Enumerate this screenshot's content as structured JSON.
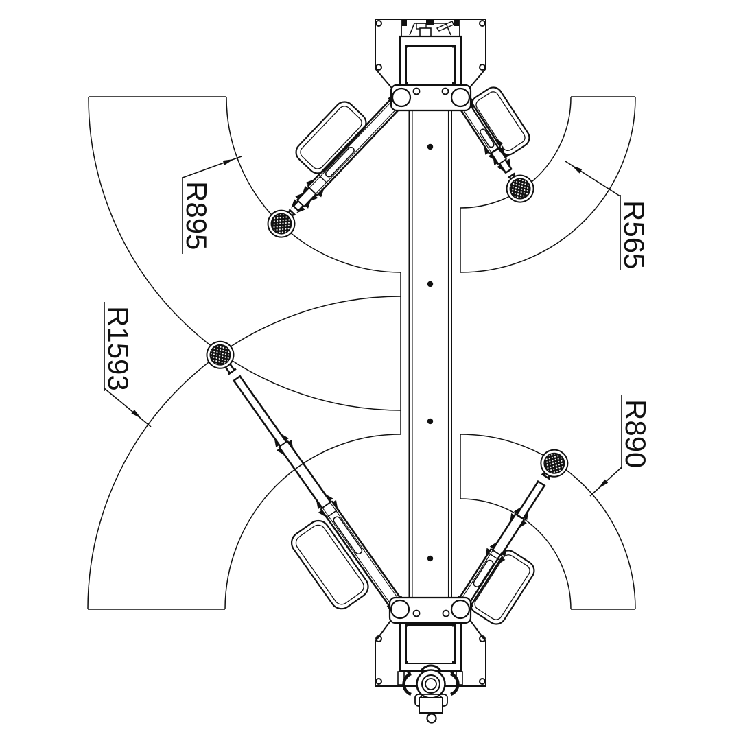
{
  "drawing": {
    "radius_labels": {
      "r895": {
        "text": "R895",
        "value_mm": 895
      },
      "r565": {
        "text": "R565",
        "value_mm": 565
      },
      "r1593": {
        "text": "R1593",
        "value_mm": 1593
      },
      "r890": {
        "text": "R890",
        "value_mm": 890
      }
    },
    "colors": {
      "line": "#111111",
      "background": "#ffffff"
    }
  }
}
